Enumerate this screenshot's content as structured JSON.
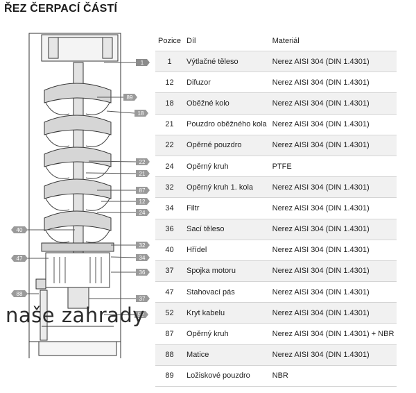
{
  "title": "ŘEZ ČERPACÍ ČÁSTÍ",
  "watermark": "naše zahrady",
  "table": {
    "headers": {
      "pozice": "Pozice",
      "dil": "Díl",
      "material": "Materiál"
    },
    "rows": [
      {
        "pozice": "1",
        "dil": "Výtlačné těleso",
        "material": "Nerez AISI 304 (DIN 1.4301)"
      },
      {
        "pozice": "12",
        "dil": "Difuzor",
        "material": "Nerez AISI 304 (DIN 1.4301)"
      },
      {
        "pozice": "18",
        "dil": "Oběžné kolo",
        "material": "Nerez AISI 304 (DIN 1.4301)"
      },
      {
        "pozice": "21",
        "dil": "Pouzdro oběžného kola",
        "material": "Nerez AISI 304 (DIN 1.4301)"
      },
      {
        "pozice": "22",
        "dil": "Opěrné pouzdro",
        "material": "Nerez AISI 304 (DIN 1.4301)"
      },
      {
        "pozice": "24",
        "dil": "Opěrný kruh",
        "material": "PTFE"
      },
      {
        "pozice": "32",
        "dil": "Opěrný kruh 1. kola",
        "material": "Nerez AISI 304 (DIN 1.4301)"
      },
      {
        "pozice": "34",
        "dil": "Filtr",
        "material": "Nerez AISI 304 (DIN 1.4301)"
      },
      {
        "pozice": "36",
        "dil": "Sací těleso",
        "material": "Nerez AISI 304 (DIN 1.4301)"
      },
      {
        "pozice": "40",
        "dil": "Hřídel",
        "material": "Nerez AISI 304 (DIN 1.4301)"
      },
      {
        "pozice": "37",
        "dil": "Spojka motoru",
        "material": "Nerez AISI 304 (DIN 1.4301)"
      },
      {
        "pozice": "47",
        "dil": "Stahovací pás",
        "material": "Nerez AISI 304 (DIN 1.4301)"
      },
      {
        "pozice": "52",
        "dil": "Kryt kabelu",
        "material": "Nerez AISI 304 (DIN 1.4301)"
      },
      {
        "pozice": "87",
        "dil": "Opěrný kruh",
        "material": "Nerez AISI 304 (DIN 1.4301) + NBR"
      },
      {
        "pozice": "88",
        "dil": "Matice",
        "material": "Nerez AISI 304 (DIN 1.4301)"
      },
      {
        "pozice": "89",
        "dil": "Ložiskové pouzdro",
        "material": "NBR"
      }
    ]
  },
  "callouts": {
    "c1": "1",
    "c89": "89",
    "c18": "18",
    "c22": "22",
    "c21": "21",
    "c87": "87",
    "c12": "12",
    "c24": "24",
    "c40": "40",
    "c32": "32",
    "c47": "47",
    "c34": "34",
    "c36": "36",
    "c88": "88",
    "c37": "37",
    "c52": "52"
  }
}
